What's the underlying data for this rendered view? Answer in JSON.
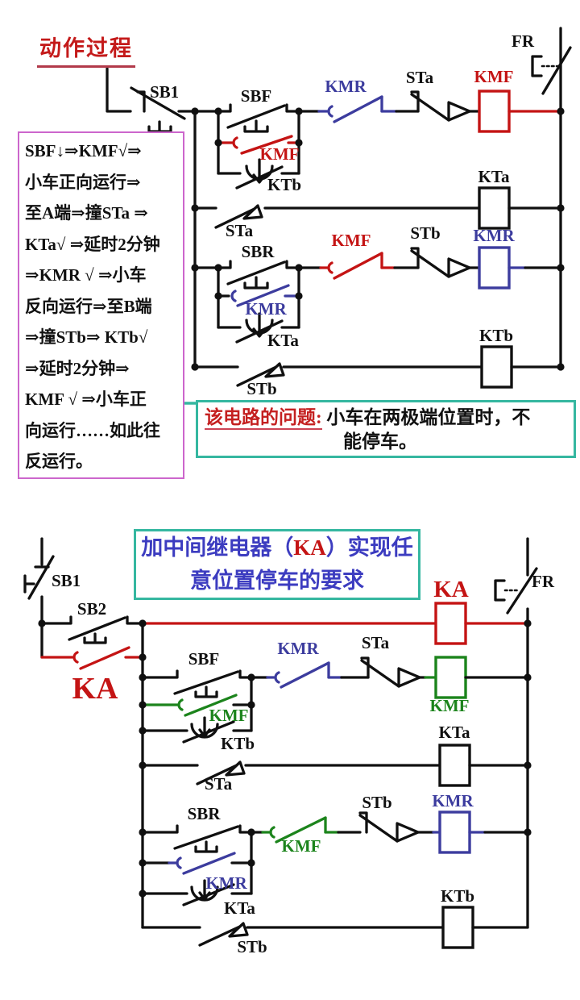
{
  "colors": {
    "accent_red": "#c41414",
    "accent_blue": "#3c3c9e",
    "accent_green": "#1c841c",
    "teal_border": "#35b7a0",
    "pink_border": "#cc66cc",
    "title_red": "#c41a1a",
    "wire_black": "#101010"
  },
  "top_section": {
    "title": "动作过程",
    "process_box": {
      "lines": [
        "SBF↓⇒KMF√⇒",
        "小车正向运行⇒",
        "至A端⇒撞STa ⇒",
        "KTa√ ⇒延时2分钟",
        "⇒KMR √ ⇒小车",
        "反向运行⇒至B端",
        "⇒撞STb⇒ KTb√",
        "⇒延时2分钟⇒",
        "KMF √ ⇒小车正",
        "向运行……如此往",
        "反运行。"
      ]
    },
    "circuit_labels": {
      "sb1": "SB1",
      "sbf": "SBF",
      "kmf_hold": "KMF",
      "ktb_timed": "KTb",
      "kmr_nc": "KMR",
      "sta_nc": "STa",
      "kmf_coil": "KMF",
      "fr": "FR",
      "sta_no": "STa",
      "kta_coil": "KTa",
      "sbr": "SBR",
      "kmr_hold": "KMR",
      "kta_timed": "KTa",
      "kmf_nc": "KMF",
      "stb_nc": "STb",
      "kmr_coil": "KMR",
      "stb_no": "STb",
      "ktb_coil": "KTb"
    }
  },
  "problem_box": {
    "label": "该电路的问题:",
    "line1": "小车在两极端位置时，不",
    "line2": "能停车。"
  },
  "bottom_section": {
    "title": {
      "part1": "加中间继电器（",
      "ka": "KA",
      "part2": "）实现任",
      "line2": "意位置停车的要求"
    },
    "circuit_labels": {
      "sb1": "SB1",
      "sb2": "SB2",
      "ka_contact": "KA",
      "ka_coil": "KA",
      "fr": "FR",
      "sbf": "SBF",
      "kmf_hold": "KMF",
      "ktb_timed": "KTb",
      "kmr_nc": "KMR",
      "sta_nc": "STa",
      "kmf_coil": "KMF",
      "sta_no": "STa",
      "kta_coil": "KTa",
      "sbr": "SBR",
      "kmr_hold": "KMR",
      "kta_timed": "KTa",
      "kmf_nc": "KMF",
      "stb_nc": "STb",
      "kmr_coil": "KMR",
      "stb_no": "STb",
      "ktb_coil": "KTb"
    }
  }
}
